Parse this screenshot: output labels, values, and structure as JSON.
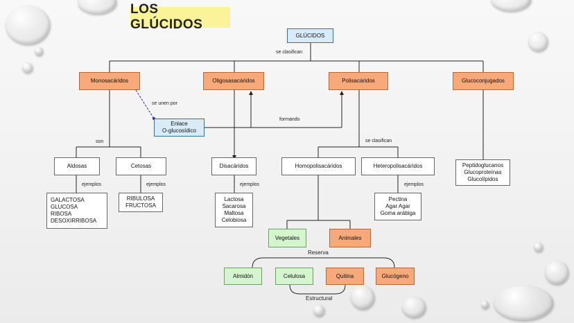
{
  "title": "LOS GLÚCIDOS",
  "nodes": {
    "glucidos": "GLÚCIDOS",
    "monosacaridos": "Monosacáridos",
    "oligosacaridos": "Oligosasacáridos",
    "polisacaridos": "Polisacáridos",
    "glucoconjugados": "Glucoconjugados",
    "enlace": [
      "Enlace",
      "O-glucosídico"
    ],
    "aldosas": "Aldosas",
    "cetosas": "Cetosas",
    "disacaridos": "Disacáridos",
    "homopolisacaridos": "Homopolisacáridos",
    "heteropolisacaridos": "Heteropolisacáridos",
    "glucoconjugados_list": [
      "Peptidoglucanos",
      "Glucoproteínas",
      "Glucolípidos"
    ],
    "aldosas_list": [
      "GALACTOSA",
      "GLUCOSA",
      "RIBOSA",
      "DESOXIRRIBOSA"
    ],
    "cetosas_list": [
      "RIBULOSA",
      "FRUCTOSA"
    ],
    "disacaridos_list": [
      "Lactosa",
      "Sacarosa",
      "Maltosa",
      "Celobiosa"
    ],
    "hetero_list": [
      "Pectina",
      "Agar Agar",
      "Goma arábiga"
    ],
    "vegetales": "Vegetales",
    "animales": "Animales",
    "almidon": "Almidón",
    "celulosa": "Celulosa",
    "quitina": "Quitina",
    "glucogeno": "Glucógeno"
  },
  "labels": {
    "se_clasifican_top": "se clasifican",
    "se_unen_por": "se unen por",
    "formando": "formando",
    "son": "son",
    "se_clasifican_poly": "se  clasifican",
    "ejemplos_aldosas": "ejemplos",
    "ejemplos_cetosas": "ejemplos",
    "ejemplos_disacaridos": "ejemplos",
    "ejemplos_hetero": "ejemplos",
    "reserva": "Reserva",
    "estructural": "Estructural"
  },
  "colors": {
    "blue_box": "#d8ebf7",
    "orange_box": "#f8a97a",
    "green_box": "#d5f5cf",
    "title_bg": "#fbf39a",
    "dashed_link": "#2a2aa0"
  }
}
